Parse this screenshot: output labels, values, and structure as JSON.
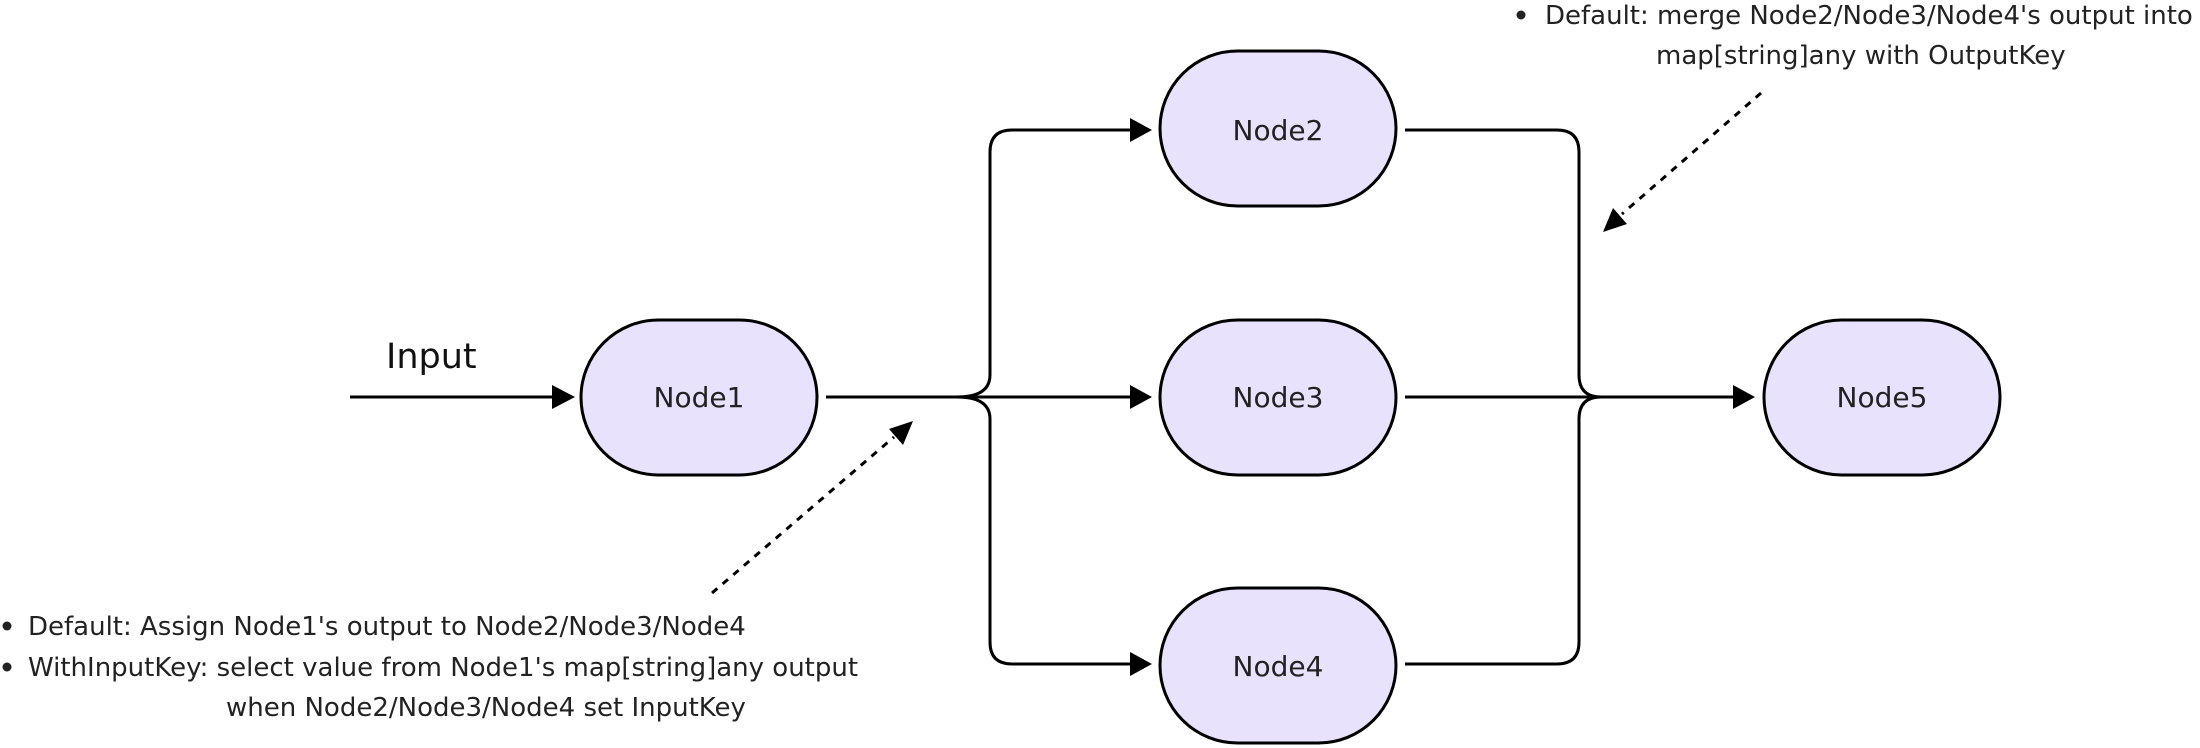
{
  "diagram": {
    "colors": {
      "node_fill": "#e8e2fc",
      "node_stroke": "#000000",
      "edge": "#000000"
    },
    "input_label": "Input",
    "nodes": {
      "node1": "Node1",
      "node2": "Node2",
      "node3": "Node3",
      "node4": "Node4",
      "node5": "Node5"
    },
    "top_note": {
      "line1": "Default: merge Node2/Node3/Node4's output into",
      "line2": "map[string]any with OutputKey"
    },
    "bottom_note": {
      "line1": "Default: Assign Node1's output to Node2/Node3/Node4",
      "line2": "WithInputKey: select value from Node1's map[string]any output",
      "line3": "when Node2/Node3/Node4 set InputKey"
    }
  }
}
